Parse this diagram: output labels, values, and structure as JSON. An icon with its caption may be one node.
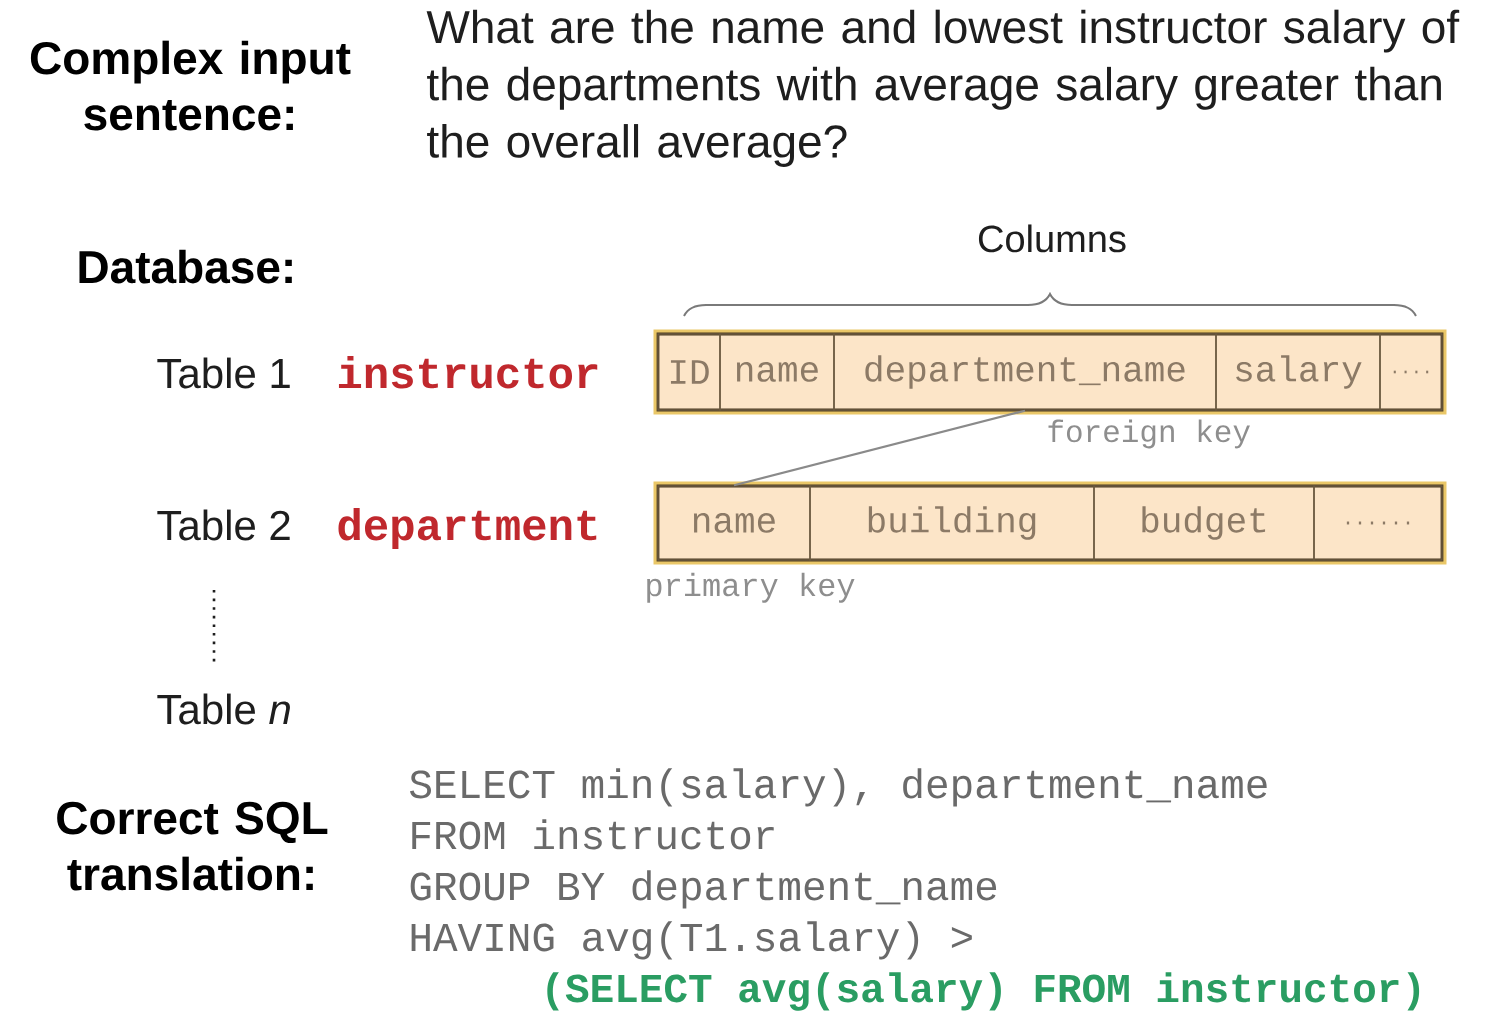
{
  "diagram": {
    "nodes": [
      {
        "text": [],
        "shape": "box"
      },
      {
        "text": [
          "ID"
        ],
        "in": 0
      },
      {
        "text": [
          "name"
        ],
        "in": 0
      },
      {
        "text": [
          "department_name"
        ],
        "in": 0,
        "beside": [
          "foreign key"
        ]
      },
      {
        "text": [
          "salary"
        ],
        "in": 0
      },
      {
        "text": [
          "...."
        ],
        "in": 0
      },
      {
        "text": [],
        "shape": "box"
      },
      {
        "text": [
          "name"
        ],
        "in": 6,
        "beside": [
          "primary key"
        ]
      },
      {
        "text": [
          "building"
        ],
        "in": 6
      },
      {
        "text": [
          "budget"
        ],
        "in": 6
      },
      {
        "text": [
          "......"
        ],
        "in": 6
      }
    ],
    "edges": [
      {
        "from": 3,
        "to": 7,
        "arrow": "none"
      }
    ],
    "labels": [
      "Complex input sentence:",
      "What are the name and lowest instructor salary of the departments with average salary greater than the overall average?",
      "Database:",
      "Columns",
      "Table 1",
      "instructor",
      "Table 2",
      "department",
      "Table *n*",
      "Correct SQL translation:",
      "SELECT min(salary), department_name",
      "FROM instructor",
      "GROUP BY department_name",
      "HAVING avg(T1.salary) >",
      "(SELECT avg(salary) FROM instructor)"
    ]
  }
}
